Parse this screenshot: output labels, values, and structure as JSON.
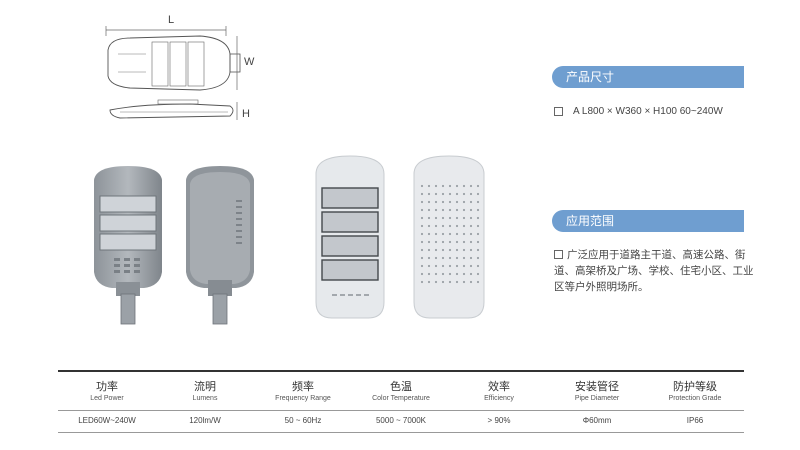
{
  "dimensions": {
    "length_label": "L",
    "width_label": "W",
    "height_label": "H"
  },
  "sections": {
    "size_title": "产品尺寸",
    "size_spec": "A    L800 × W360 × H100    60~240W",
    "app_title": "应用范围",
    "app_text": "广泛应用于道路主干道、高速公路、街道、高架桥及广场、学校、住宅小区、工业区等户外照明场所。"
  },
  "table": {
    "columns": [
      {
        "zh": "功率",
        "en": "Led Power",
        "value": "LED60W~240W"
      },
      {
        "zh": "流明",
        "en": "Lumens",
        "value": "120lm/W"
      },
      {
        "zh": "频率",
        "en": "Frequency Range",
        "value": "50 ~ 60Hz"
      },
      {
        "zh": "色温",
        "en": "Color Temperature",
        "value": "5000 ~ 7000K"
      },
      {
        "zh": "效率",
        "en": "Efficiency",
        "value": "> 90%"
      },
      {
        "zh": "安装管径",
        "en": "Pipe Diameter",
        "value": "Φ60mm"
      },
      {
        "zh": "防护等级",
        "en": "Protection Grade",
        "value": "IP66"
      }
    ]
  },
  "colors": {
    "accent": "#6f9ed0",
    "housing_gray": "#9aa0a6",
    "housing_white": "#e4e7ea"
  }
}
